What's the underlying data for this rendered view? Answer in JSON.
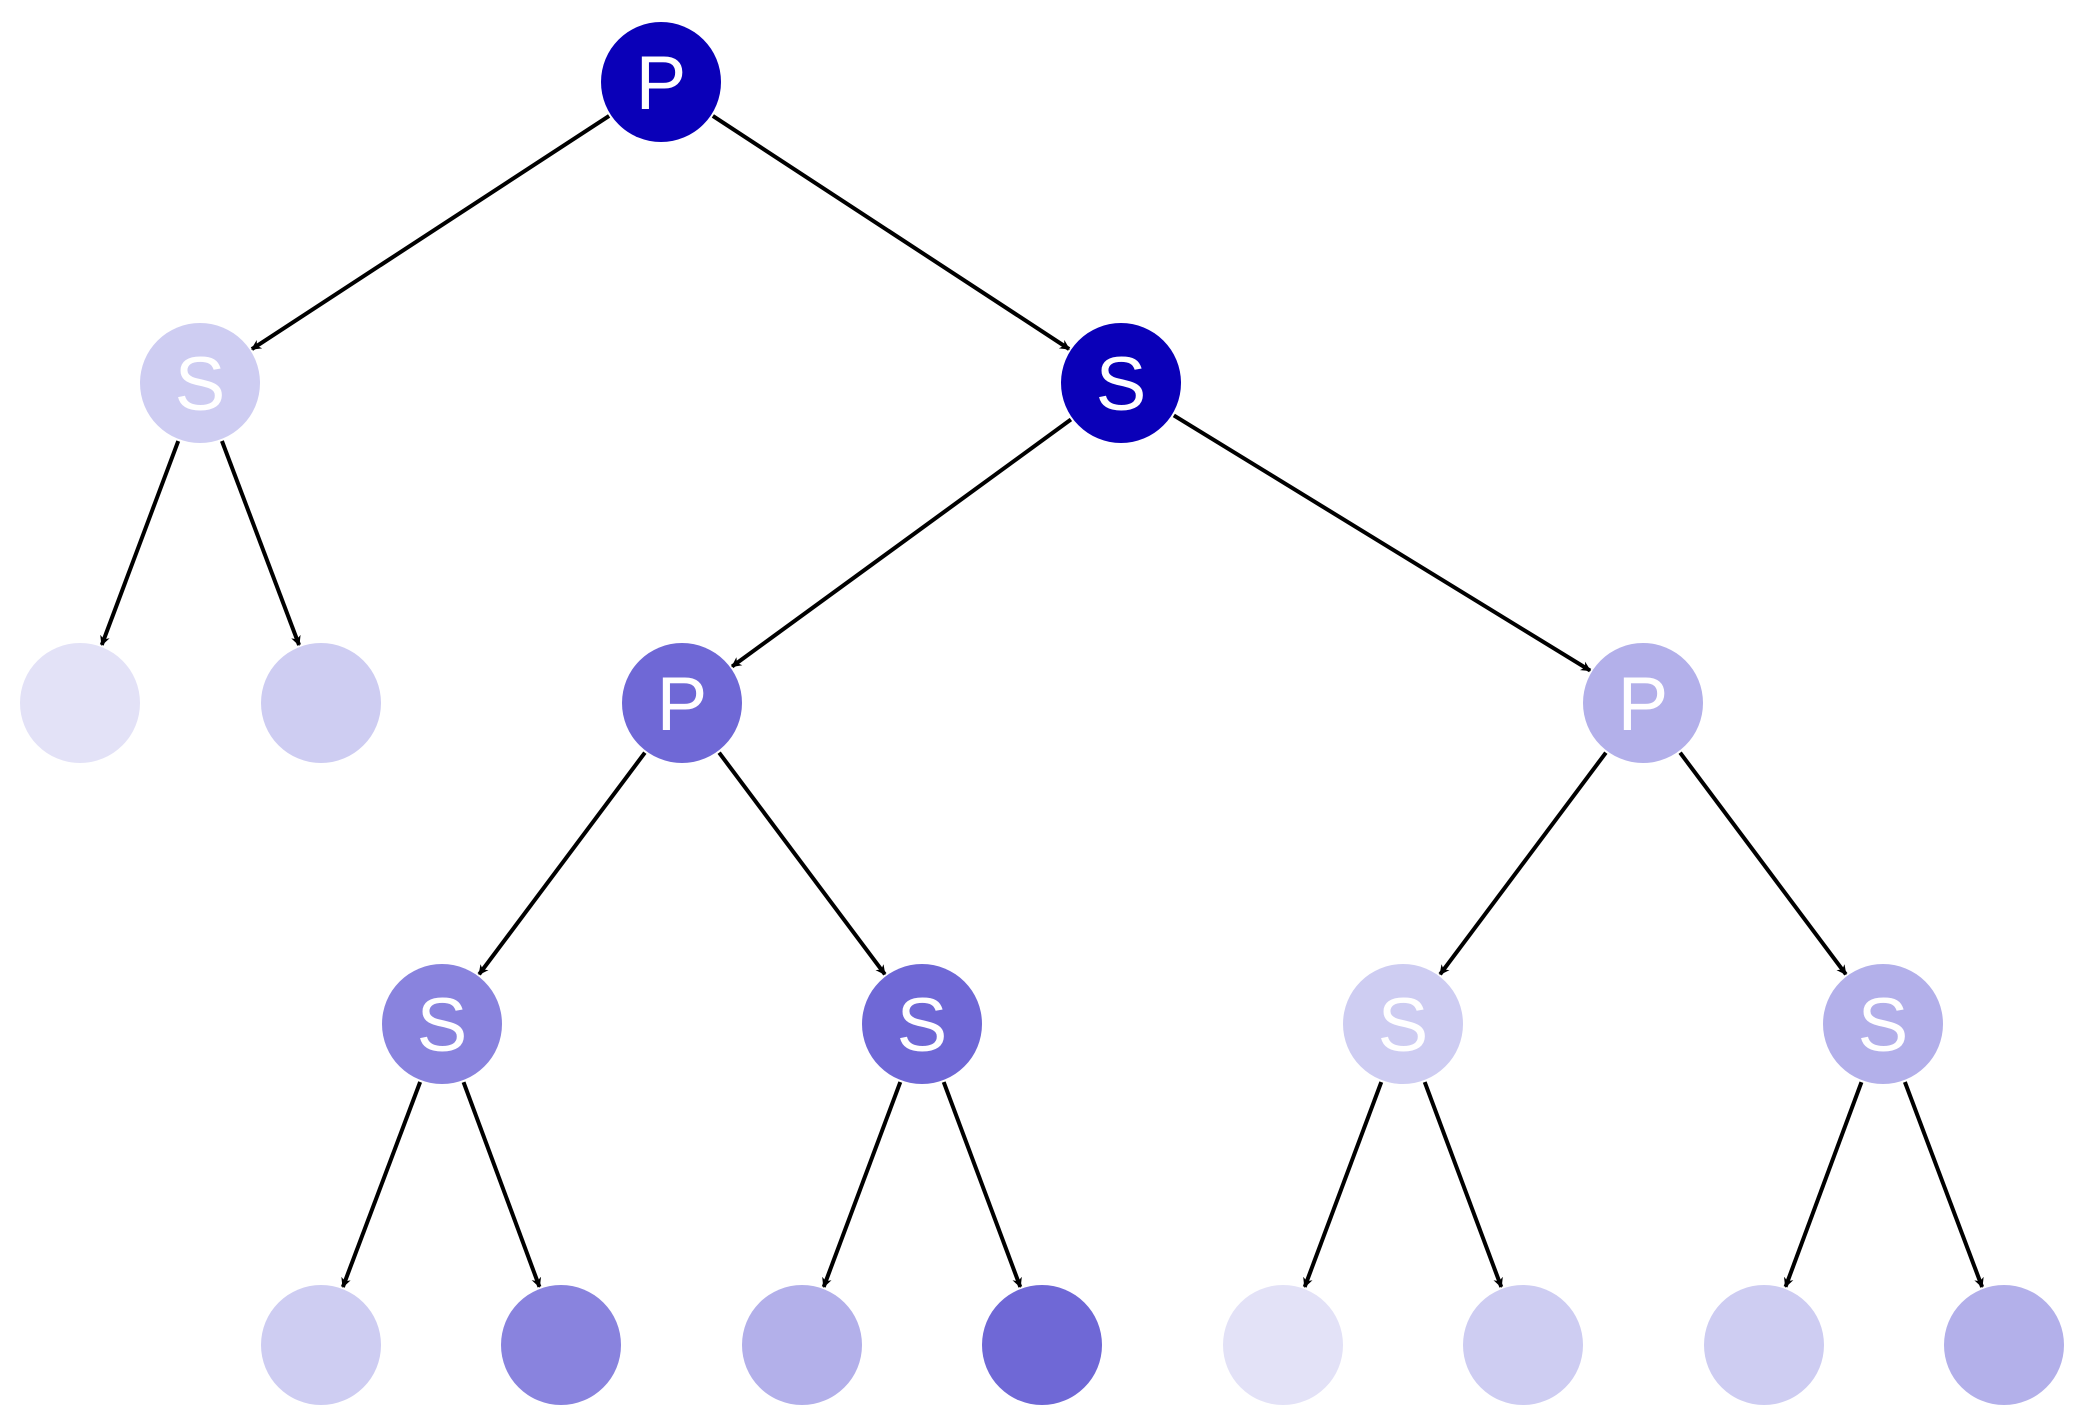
{
  "diagram": {
    "type": "tree",
    "nodes": [
      {
        "id": "n0",
        "label": "P",
        "color": "#0a00b8"
      },
      {
        "id": "n1",
        "label": "S",
        "color": "#cecdf2"
      },
      {
        "id": "n2",
        "label": "S",
        "color": "#0a00b8"
      },
      {
        "id": "n3",
        "label": "",
        "color": "#e3e2f7"
      },
      {
        "id": "n4",
        "label": "",
        "color": "#cecdf2"
      },
      {
        "id": "n5",
        "label": "P",
        "color": "#6f68d6"
      },
      {
        "id": "n6",
        "label": "P",
        "color": "#b3b0ea"
      },
      {
        "id": "n7",
        "label": "S",
        "color": "#8983de"
      },
      {
        "id": "n8",
        "label": "S",
        "color": "#6f68d6"
      },
      {
        "id": "n9",
        "label": "S",
        "color": "#cecdf2"
      },
      {
        "id": "n10",
        "label": "S",
        "color": "#b3b0ea"
      },
      {
        "id": "n11",
        "label": "",
        "color": "#cecdf2"
      },
      {
        "id": "n12",
        "label": "",
        "color": "#8983de"
      },
      {
        "id": "n13",
        "label": "",
        "color": "#b3b0ea"
      },
      {
        "id": "n14",
        "label": "",
        "color": "#6f68d6"
      },
      {
        "id": "n15",
        "label": "",
        "color": "#e3e2f7"
      },
      {
        "id": "n16",
        "label": "",
        "color": "#cecdf2"
      },
      {
        "id": "n17",
        "label": "",
        "color": "#cecdf2"
      },
      {
        "id": "n18",
        "label": "",
        "color": "#b3b0ea"
      }
    ],
    "edges": [
      {
        "from": "n0",
        "to": "n1"
      },
      {
        "from": "n0",
        "to": "n2"
      },
      {
        "from": "n1",
        "to": "n3"
      },
      {
        "from": "n1",
        "to": "n4"
      },
      {
        "from": "n2",
        "to": "n5"
      },
      {
        "from": "n2",
        "to": "n6"
      },
      {
        "from": "n5",
        "to": "n7"
      },
      {
        "from": "n5",
        "to": "n8"
      },
      {
        "from": "n6",
        "to": "n9"
      },
      {
        "from": "n6",
        "to": "n10"
      },
      {
        "from": "n7",
        "to": "n11"
      },
      {
        "from": "n7",
        "to": "n12"
      },
      {
        "from": "n8",
        "to": "n13"
      },
      {
        "from": "n8",
        "to": "n14"
      },
      {
        "from": "n9",
        "to": "n15"
      },
      {
        "from": "n9",
        "to": "n16"
      },
      {
        "from": "n10",
        "to": "n17"
      },
      {
        "from": "n10",
        "to": "n18"
      }
    ]
  }
}
